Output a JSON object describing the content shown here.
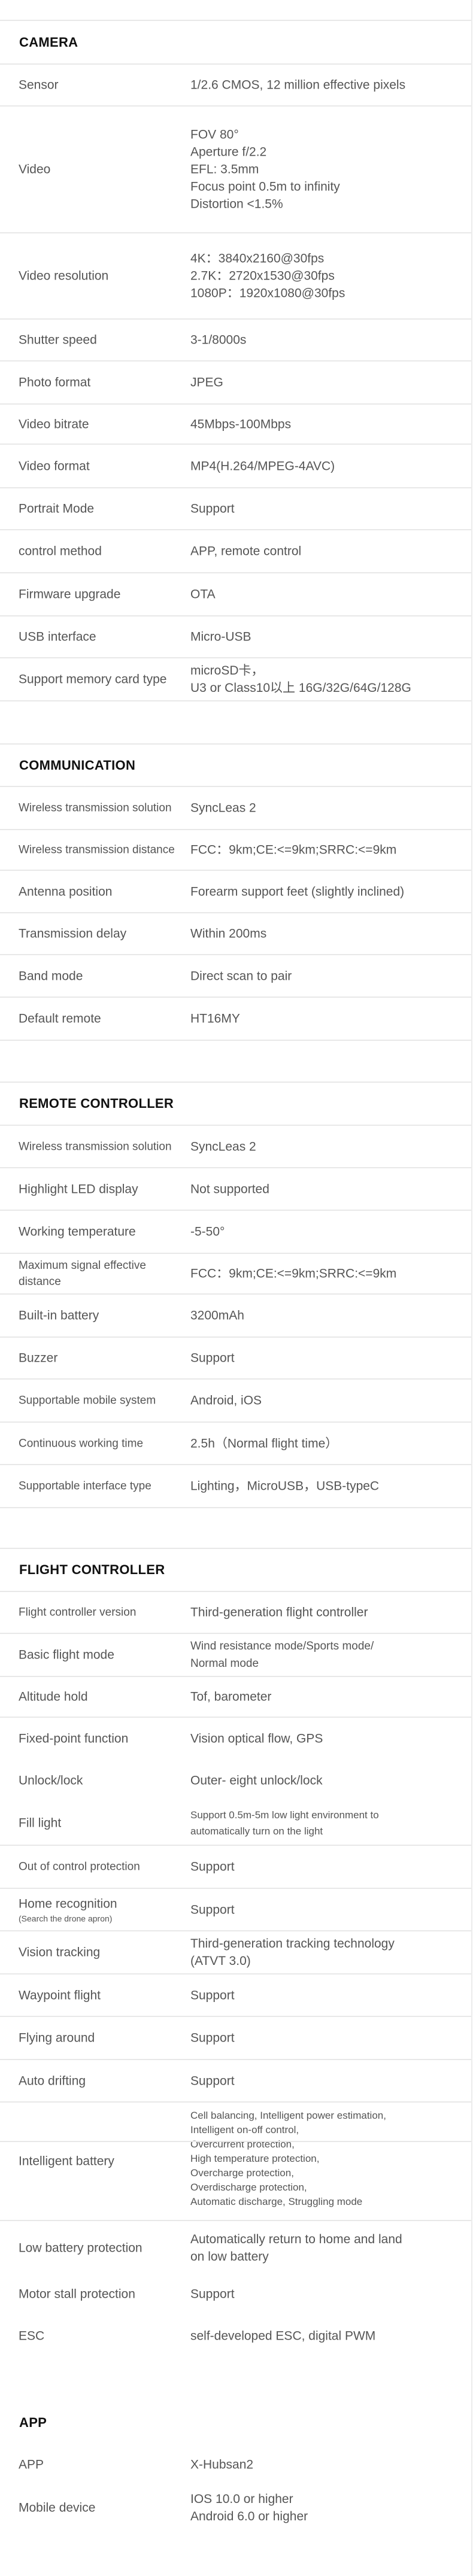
{
  "sections": [
    {
      "title": "CAMERA",
      "rows": [
        {
          "label": "Sensor",
          "value": [
            "1/2.6 CMOS, 12 million effective pixels"
          ]
        },
        {
          "label": "Video",
          "value": [
            "FOV 80°",
            "Aperture f/2.2",
            "EFL: 3.5mm",
            "Focus point 0.5m to infinity",
            "Distortion <1.5%"
          ]
        },
        {
          "label": "Video resolution",
          "value": [
            "4K：3840x2160@30fps",
            "2.7K：2720x1530@30fps",
            "1080P：1920x1080@30fps"
          ]
        },
        {
          "label": "Shutter  speed",
          "value": [
            "3-1/8000s"
          ]
        },
        {
          "label": "Photo format",
          "value": [
            "JPEG"
          ]
        },
        {
          "label": "Video bitrate",
          "value": [
            "45Mbps-100Mbps"
          ]
        },
        {
          "label": "Video format",
          "value": [
            "MP4(H.264/MPEG-4AVC)"
          ]
        },
        {
          "label": "Portrait Mode",
          "value": [
            "Support"
          ]
        },
        {
          "label": "control method",
          "value": [
            "APP, remote control"
          ]
        },
        {
          "label": "Firmware upgrade",
          "value": [
            "OTA"
          ]
        },
        {
          "label": "USB  interface",
          "value": [
            "Micro-USB"
          ]
        },
        {
          "label": "Support memory card type",
          "value": [
            "microSD卡，",
            "U3 or Class10以上 16G/32G/64G/128G"
          ]
        }
      ]
    },
    {
      "title": "COMMUNICATION",
      "rows": [
        {
          "label": "Wireless  transmission solution",
          "value": [
            "SyncLeas 2"
          ]
        },
        {
          "label": "Wireless transmission distance",
          "value": [
            "FCC：9km;CE:<=9km;SRRC:<=9km"
          ]
        },
        {
          "label": "Antenna position",
          "value": [
            "Forearm support feet (slightly inclined)"
          ]
        },
        {
          "label": "Transmission delay",
          "value": [
            "Within 200ms"
          ]
        },
        {
          "label": "Band mode",
          "value": [
            "Direct scan to pair"
          ]
        },
        {
          "label": "Default remote",
          "value": [
            "HT16MY"
          ]
        }
      ]
    },
    {
      "title": "REMOTE  CONTROLLER",
      "rows": [
        {
          "label": "Wireless  transmission solution",
          "value": [
            "SyncLeas 2"
          ]
        },
        {
          "label": "Highlight LED display",
          "value": [
            "Not supported"
          ]
        },
        {
          "label": "Working temperature",
          "value": [
            "-5-50°"
          ]
        },
        {
          "label": "Maximum signal effective distance",
          "value": [
            "FCC：9km;CE:<=9km;SRRC:<=9km"
          ]
        },
        {
          "label": "Built-in battery",
          "value": [
            "3200mAh"
          ]
        },
        {
          "label": "Buzzer",
          "value": [
            "Support"
          ]
        },
        {
          "label": "Supportable  mobile system",
          "value": [
            "Android, iOS"
          ]
        },
        {
          "label": "Continuous working time",
          "value": [
            "2.5h（Normal  flight  time）"
          ]
        },
        {
          "label": "Supportable interface type",
          "value": [
            "Lighting，MicroUSB，USB-typeC"
          ]
        }
      ]
    },
    {
      "title": "FLIGHT CONTROLLER",
      "rows": [
        {
          "label": "Flight controller version",
          "value": [
            "Third-generation flight controller"
          ]
        },
        {
          "label": "Basic flight mode",
          "value": [
            "Wind resistance mode/Sports mode/",
            "Normal mode"
          ]
        },
        {
          "label": "Altitude hold",
          "value": [
            "Tof, barometer"
          ]
        },
        {
          "label": "Fixed-point function",
          "value": [
            "Vision optical flow, GPS"
          ]
        },
        {
          "label": "Unlock/lock",
          "value": [
            "Outer- eight unlock/lock"
          ]
        },
        {
          "label": "Fill light",
          "value": [
            "Support 0.5m-5m low light environment to",
            "automatically turn on the light"
          ]
        },
        {
          "label": "Out of control protection",
          "value": [
            "Support"
          ]
        },
        {
          "label": "Home recognition",
          "sublabel": "(Search the drone apron)",
          "value": [
            "Support"
          ]
        },
        {
          "label": "Vision  tracking",
          "value": [
            "Third-generation tracking technology",
            "(ATVT 3.0)"
          ]
        },
        {
          "label": "Waypoint flight",
          "value": [
            "Support"
          ]
        },
        {
          "label": "Flying around",
          "value": [
            "Support"
          ]
        },
        {
          "label": "Auto drifting",
          "value": [
            "Support"
          ]
        },
        {
          "label": "Intelligent battery",
          "value": [
            "Cell balancing, Intelligent power estimation,",
            "Intelligent on-off control,",
            "Overcurrent protection,",
            "High temperature protection,",
            "Overcharge protection,",
            "Overdischarge protection,",
            "Automatic discharge, Struggling mode"
          ]
        },
        {
          "label": "Low battery protection",
          "value": [
            "Automatically return to home and land",
            "on low battery"
          ]
        },
        {
          "label": "Motor stall protection",
          "value": [
            "Support"
          ]
        },
        {
          "label": "ESC",
          "value": [
            "self-developed ESC, digital PWM"
          ]
        }
      ]
    },
    {
      "title": "APP",
      "rows": [
        {
          "label": "APP",
          "value": [
            "X-Hubsan2"
          ]
        },
        {
          "label": "Mobile device",
          "value": [
            "IOS 10.0 or higher",
            "Android 6.0 or higher"
          ]
        }
      ]
    }
  ]
}
